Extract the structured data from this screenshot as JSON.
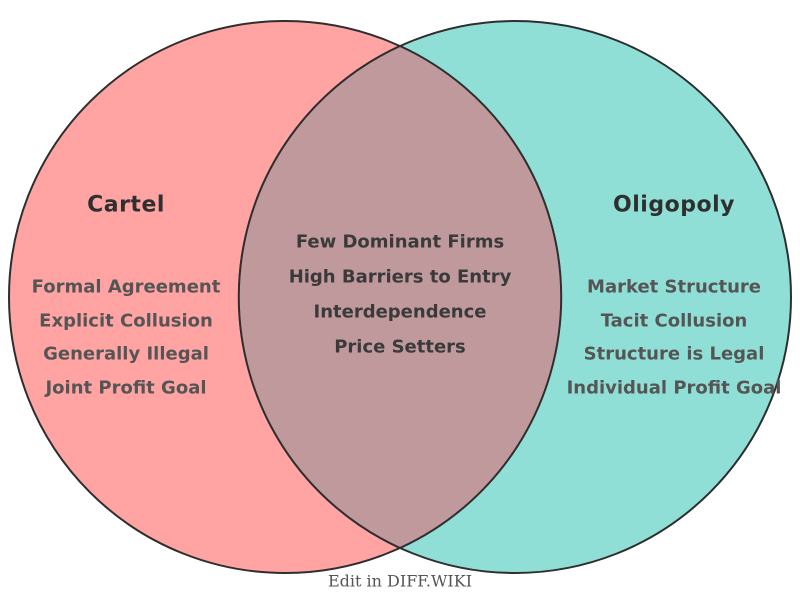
{
  "colors": {
    "background": "#ffffff",
    "left_fill": "#FFA3A3",
    "right_fill": "#90DFD7",
    "overlap_fill": "#C0999C",
    "outline": "#2E2E2E",
    "title_text": "#2F2F2F",
    "side_item_text": "#555555",
    "overlap_item_text": "#3A3A3A",
    "footer_text": "#555555"
  },
  "venn": {
    "left": {
      "title": "Cartel",
      "items": [
        "Formal Agreement",
        "Explicit Collusion",
        "Generally Illegal",
        "Joint Profit Goal"
      ]
    },
    "overlap": {
      "items": [
        "Few Dominant Firms",
        "High Barriers to Entry",
        "Interdependence",
        "Price Setters"
      ]
    },
    "right": {
      "title": "Oligopoly",
      "items": [
        "Market Structure",
        "Tacit Collusion",
        "Structure is Legal",
        "Individual Profit Goal"
      ]
    }
  },
  "footer": {
    "label": "Edit in DIFF.WIKI"
  }
}
